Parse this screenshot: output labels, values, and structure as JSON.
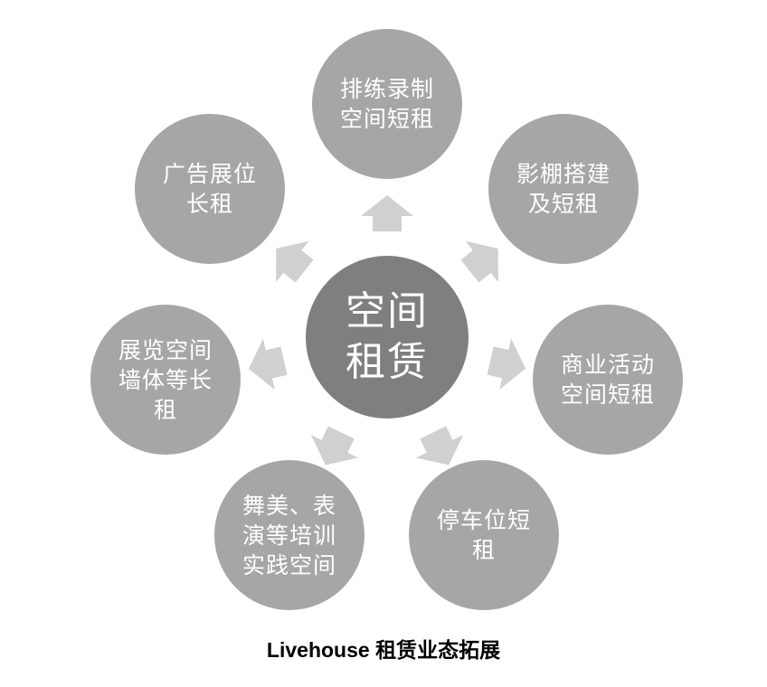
{
  "diagram": {
    "center": {
      "label": "空间\n租赁",
      "color": "#7f7f7f"
    },
    "nodes": [
      {
        "id": "top",
        "label": "排练录制\n空间短租"
      },
      {
        "id": "upper-right",
        "label": "影棚搭建\n及短租"
      },
      {
        "id": "right",
        "label": "商业活动\n空间短租"
      },
      {
        "id": "lower-right",
        "label": "停车位短\n租"
      },
      {
        "id": "lower-left",
        "label": "舞美、表\n演等培训\n实践空间"
      },
      {
        "id": "left",
        "label": "展览空间\n墙体等长\n租"
      },
      {
        "id": "upper-left",
        "label": "广告展位\n长租"
      }
    ],
    "node_color": "#a6a6a6",
    "arrow_color": "#d0d0d0",
    "text_color": "#ffffff"
  },
  "caption": "Livehouse 租赁业态拓展"
}
